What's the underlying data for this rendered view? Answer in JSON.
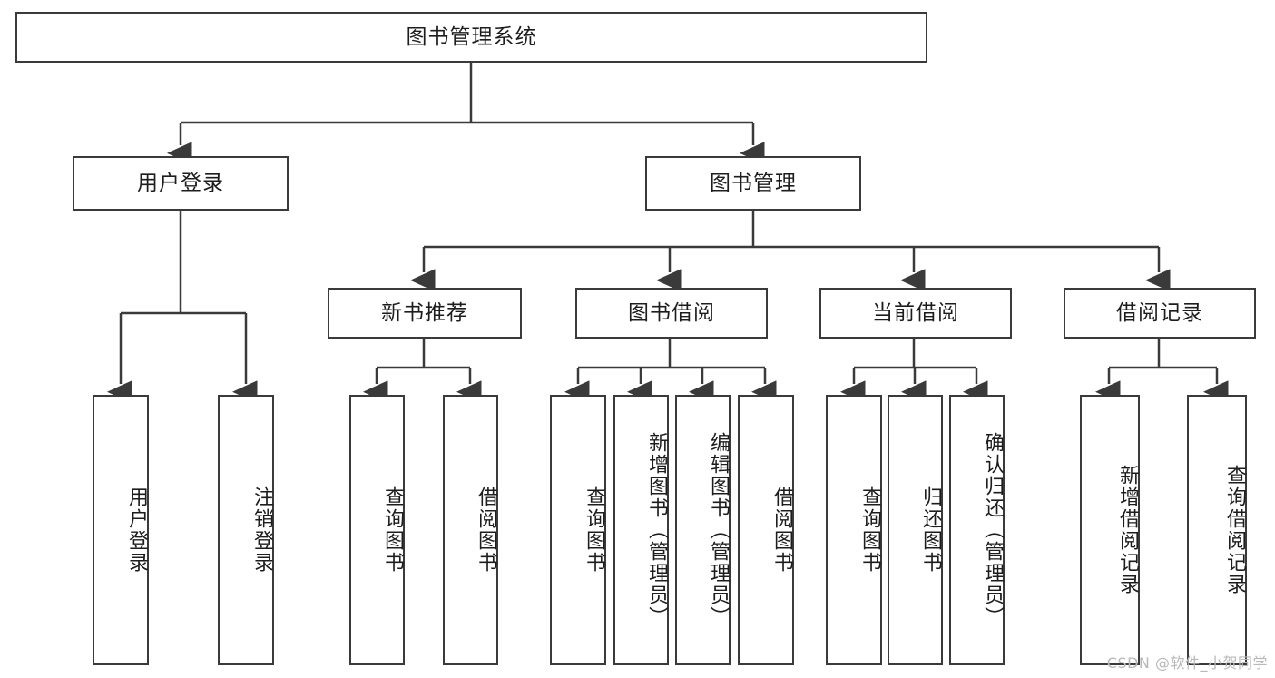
{
  "diagram": {
    "title": "图书管理系统",
    "watermark": "CSDN @软件_小贺同学",
    "root": {
      "label": "图书管理系统"
    },
    "level2": [
      {
        "label": "用户登录"
      },
      {
        "label": "图书管理"
      }
    ],
    "level3": [
      {
        "label": "新书推荐"
      },
      {
        "label": "图书借阅"
      },
      {
        "label": "当前借阅"
      },
      {
        "label": "借阅记录"
      }
    ],
    "leaves_user_login": [
      {
        "label": "用户登录"
      },
      {
        "label": "注销登录"
      }
    ],
    "leaves_new_books": [
      {
        "label": "查询图书"
      },
      {
        "label": "借阅图书"
      }
    ],
    "leaves_borrow": [
      {
        "label": "查询图书"
      },
      {
        "label": "新增图书（管理员）"
      },
      {
        "label": "编辑图书（管理员）"
      },
      {
        "label": "借阅图书"
      }
    ],
    "leaves_current": [
      {
        "label": "查询图书"
      },
      {
        "label": "归还图书"
      },
      {
        "label": "确认归还（管理员）"
      }
    ],
    "leaves_records": [
      {
        "label": "新增借阅记录"
      },
      {
        "label": "查询借阅记录"
      }
    ],
    "colors": {
      "stroke": "#3a3a3a",
      "fill": "#ffffff",
      "text": "#1d1d1d",
      "watermark": "#b8b8b8"
    }
  }
}
